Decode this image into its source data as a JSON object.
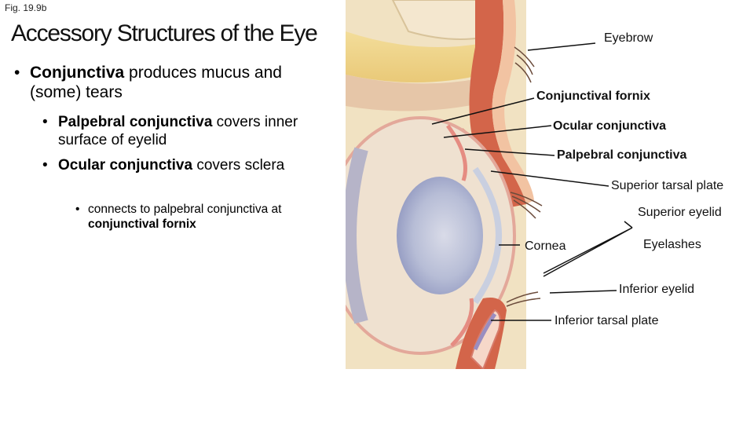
{
  "fig_label": "Fig. 19.9b",
  "title": "Accessory Structures of the Eye",
  "bullets": {
    "b1_bold": "Conjunctiva",
    "b1_rest": " produces mucus and (some) tears",
    "b2_bold": "Palpebral conjunctiva",
    "b2_rest": " covers inner surface of eyelid",
    "b3_bold": "Ocular conjunctiva",
    "b3_rest": " covers sclera",
    "b4_rest": "connects to palpebral conjunctiva at ",
    "b4_bold": "conjunctival fornix"
  },
  "labels": {
    "eyebrow": "Eyebrow",
    "conjunctival_fornix": "Conjunctival fornix",
    "ocular_conjunctiva": "Ocular conjunctiva",
    "palpebral_conjunctiva": "Palpebral conjunctiva",
    "superior_tarsal_plate": "Superior tarsal plate",
    "superior_eyelid": "Superior eyelid",
    "cornea": "Cornea",
    "eyelashes": "Eyelashes",
    "inferior_eyelid": "Inferior eyelid",
    "inferior_tarsal_plate": "Inferior tarsal plate"
  }
}
